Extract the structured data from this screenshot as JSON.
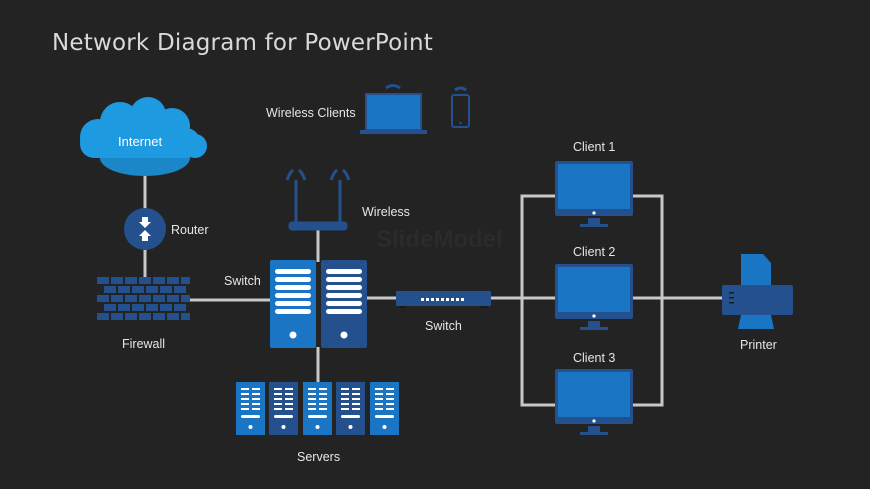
{
  "title": "Network Diagram for PowerPoint",
  "watermark": "SlideModel",
  "colors": {
    "background": "#232323",
    "connector": "#c8c8c8",
    "cloud": "#1e9ae0",
    "device_light": "#1a75c4",
    "device_dark": "#24508e",
    "text": "#e6e6e6"
  },
  "nodes": {
    "internet": {
      "label": "Internet",
      "icon": "cloud-icon"
    },
    "router": {
      "label": "Router",
      "icon": "router-icon"
    },
    "firewall": {
      "label": "Firewall",
      "icon": "brick-wall-icon"
    },
    "core_switch": {
      "label": "Switch",
      "icon": "server-rack-icon"
    },
    "wireless_router": {
      "label": "Wireless",
      "icon": "wifi-router-icon"
    },
    "wireless_clients": {
      "label": "Wireless Clients",
      "devices": [
        "laptop-icon",
        "smartphone-icon"
      ]
    },
    "servers": {
      "label": "Servers",
      "count": 5,
      "icon": "server-icon"
    },
    "access_switch": {
      "label": "Switch",
      "icon": "network-switch-icon"
    },
    "clients": [
      {
        "label": "Client 1",
        "icon": "monitor-icon"
      },
      {
        "label": "Client 2",
        "icon": "monitor-icon"
      },
      {
        "label": "Client 3",
        "icon": "monitor-icon"
      }
    ],
    "printer": {
      "label": "Printer",
      "icon": "printer-icon"
    }
  },
  "connections": [
    [
      "internet",
      "router"
    ],
    [
      "router",
      "firewall"
    ],
    [
      "firewall",
      "core_switch"
    ],
    [
      "core_switch",
      "wireless_router"
    ],
    [
      "core_switch",
      "servers"
    ],
    [
      "core_switch",
      "access_switch"
    ],
    [
      "access_switch",
      "clients"
    ],
    [
      "clients",
      "printer"
    ]
  ]
}
